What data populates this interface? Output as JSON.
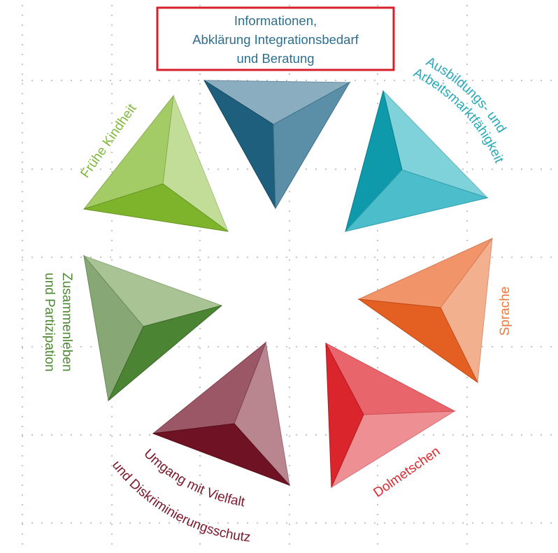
{
  "selected_box": {
    "lines": [
      "Informationen,",
      "Abklärung Integrationsbedarf",
      "und Beratung"
    ],
    "text_color": "#2e6f8e",
    "border_color": "#d81f2a"
  },
  "segments": [
    {
      "id": "informationen",
      "colors": {
        "back": "#8aaebf",
        "left": "#1e5f7e",
        "right": "#5a8fa7"
      }
    },
    {
      "id": "ausbildung",
      "lines": [
        "Ausbildungs- und",
        "Arbeitsmarktfähigkeit"
      ],
      "text_color": "#25a9b8",
      "colors": {
        "back": "#7fd1da",
        "left": "#0e9aab",
        "right": "#4cbdca"
      }
    },
    {
      "id": "sprache",
      "lines": [
        "Sprache"
      ],
      "text_color": "#ec7a3d",
      "colors": {
        "back": "#f2b08f",
        "left": "#e35f22",
        "right": "#f1946a"
      }
    },
    {
      "id": "dolmetschen",
      "lines": [
        "Dolmetschen"
      ],
      "text_color": "#e0272c",
      "colors": {
        "back": "#ee8f93",
        "left": "#d9252b",
        "right": "#e8666b"
      }
    },
    {
      "id": "vielfalt",
      "lines": [
        "Umgang mit Vielfalt",
        "und Diskriminierungsschutz"
      ],
      "text_color": "#7a1728",
      "colors": {
        "back": "#b98690",
        "left": "#6f1223",
        "right": "#9c5766"
      }
    },
    {
      "id": "zusammenleben",
      "lines": [
        "Zusammenleben",
        "und Partizipation"
      ],
      "text_color": "#4e8a34",
      "colors": {
        "back": "#a9c395",
        "left": "#4b8432",
        "right": "#87a874"
      }
    },
    {
      "id": "fruehe_kindheit",
      "lines": [
        "Frühe Kindheit"
      ],
      "text_color": "#7fb83a",
      "colors": {
        "back": "#c2dd98",
        "left": "#7db42b",
        "right": "#a3cb66"
      }
    }
  ]
}
